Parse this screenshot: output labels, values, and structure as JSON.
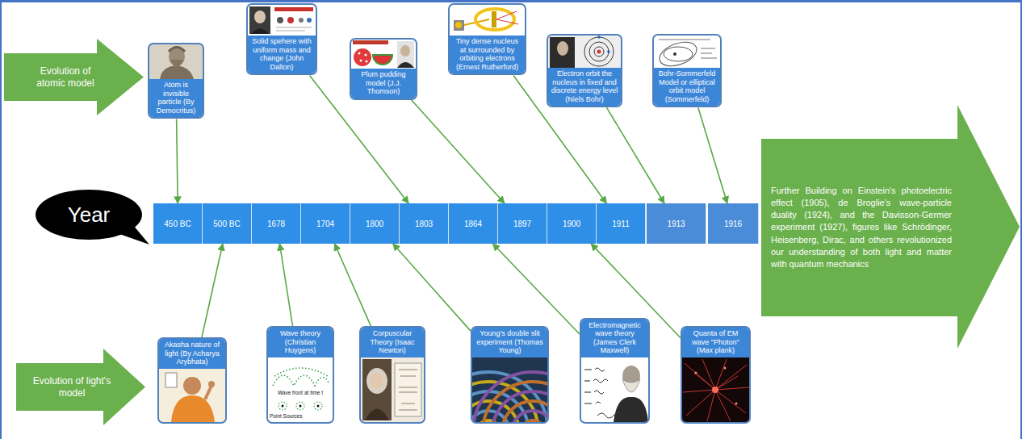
{
  "diagram": {
    "nodes": [
      {
        "text": [
          "Evolution of atomic model"
        ]
      },
      {
        "text": [
          "Atom is invisible particle (By Democritus)"
        ]
      },
      {
        "text": [
          "Solid spehere with uniform mass and change (John Dalton)"
        ]
      },
      {
        "text": [
          "Plum pudding model (J.J. Thomson)"
        ]
      },
      {
        "text": [
          "Tiny dense nucleus at surrounded by orbiting electrons (Ernest Rutherford)"
        ]
      },
      {
        "text": [
          "Electron orbit the nucleus in fixed and discrete energy level (Niels Bohr)"
        ]
      },
      {
        "text": [
          "Bohr-Sommerfeld Model or elliptical orbit model (Sommerfeld)"
        ]
      },
      {
        "text": [
          "Year"
        ]
      },
      {
        "text": [
          "450 BC"
        ]
      },
      {
        "text": [
          "500 BC"
        ]
      },
      {
        "text": [
          "1678"
        ]
      },
      {
        "text": [
          "1704"
        ]
      },
      {
        "text": [
          "1800"
        ]
      },
      {
        "text": [
          "1803"
        ]
      },
      {
        "text": [
          "1864"
        ]
      },
      {
        "text": [
          "1897"
        ]
      },
      {
        "text": [
          "1900"
        ]
      },
      {
        "text": [
          "1911"
        ]
      },
      {
        "text": [
          "1913"
        ]
      },
      {
        "text": [
          "1916"
        ]
      },
      {
        "text": [
          "Further Building on Einstein's photoelectric effect (1905), de Broglie's wave-particle duality (1924), and the Davisson-Germer experiment (1927), figures like Schrödinger, Heisenberg, Dirac, and others revolutionized our understanding of both light and matter with quantum mechanics"
        ]
      },
      {
        "text": [
          "Evolution of light's model"
        ]
      },
      {
        "text": [
          "Akasha nature of light (By Acharya Arybhata)"
        ]
      },
      {
        "text": [
          "Wave theory (Christian Huygens)"
        ]
      },
      {
        "text": [
          "Corpuscular Theory (Isaac Newton)"
        ]
      },
      {
        "text": [
          "Young's double slit experiment (Thomas Young)"
        ]
      },
      {
        "text": [
          "Electromagnetic wave theory (James Clerk Maxwell)"
        ]
      },
      {
        "text": [
          "Quanta of EM wave \"Photon\" (Max plank)"
        ]
      }
    ],
    "edges": [
      {
        "from": 1,
        "to": 8,
        "arrow": "to"
      },
      {
        "from": 2,
        "to": 13,
        "arrow": "to"
      },
      {
        "from": 3,
        "to": 15,
        "arrow": "to"
      },
      {
        "from": 4,
        "to": 17,
        "arrow": "to"
      },
      {
        "from": 5,
        "to": 18,
        "arrow": "to"
      },
      {
        "from": 6,
        "to": 19,
        "arrow": "to"
      },
      {
        "from": 22,
        "to": 9,
        "arrow": "to"
      },
      {
        "from": 23,
        "to": 10,
        "arrow": "to"
      },
      {
        "from": 24,
        "to": 11,
        "arrow": "to"
      },
      {
        "from": 25,
        "to": 12,
        "arrow": "to"
      },
      {
        "from": 26,
        "to": 14,
        "arrow": "to"
      },
      {
        "from": 27,
        "to": 16,
        "arrow": "to"
      }
    ],
    "labels": [
      "Wave front at time t",
      "Point Sources"
    ]
  }
}
